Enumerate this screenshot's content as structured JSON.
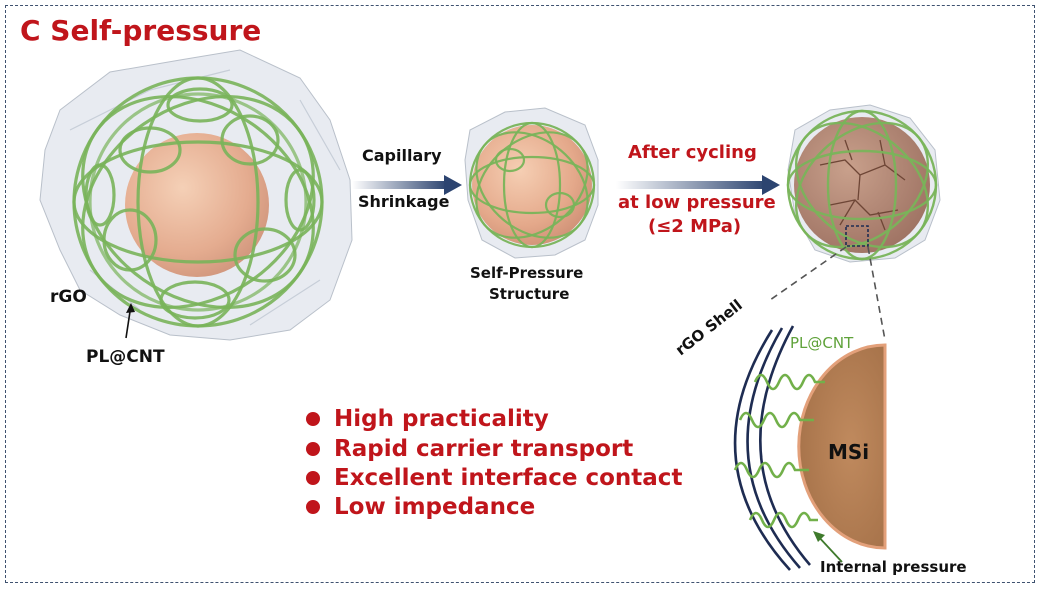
{
  "title": "C Self-pressure",
  "labels": {
    "rgo": "rGO",
    "plcnt": "PL@CNT",
    "capillary": "Capillary",
    "shrinkage": "Shrinkage",
    "self_pressure_1": "Self-Pressure",
    "self_pressure_2": "Structure",
    "after_cycling": "After cycling",
    "low_pressure": "at low pressure",
    "mpa": "(≤2 MPa)",
    "rgo_shell": "rGO Shell",
    "zoom_plcnt": "PL@CNT",
    "msi": "MSi",
    "internal_pressure": "Internal pressure"
  },
  "bullets": [
    "High practicality",
    "Rapid carrier transport",
    "Excellent interface contact",
    "Low impedance"
  ],
  "colors": {
    "accent_red": "#c0151b",
    "cnt_green": "#6fae4a",
    "shell_navy": "#1e2c52",
    "core_peach": "#e9b28f",
    "msi_brown": "#b8835a",
    "arrow_blue": "#2c4470"
  }
}
